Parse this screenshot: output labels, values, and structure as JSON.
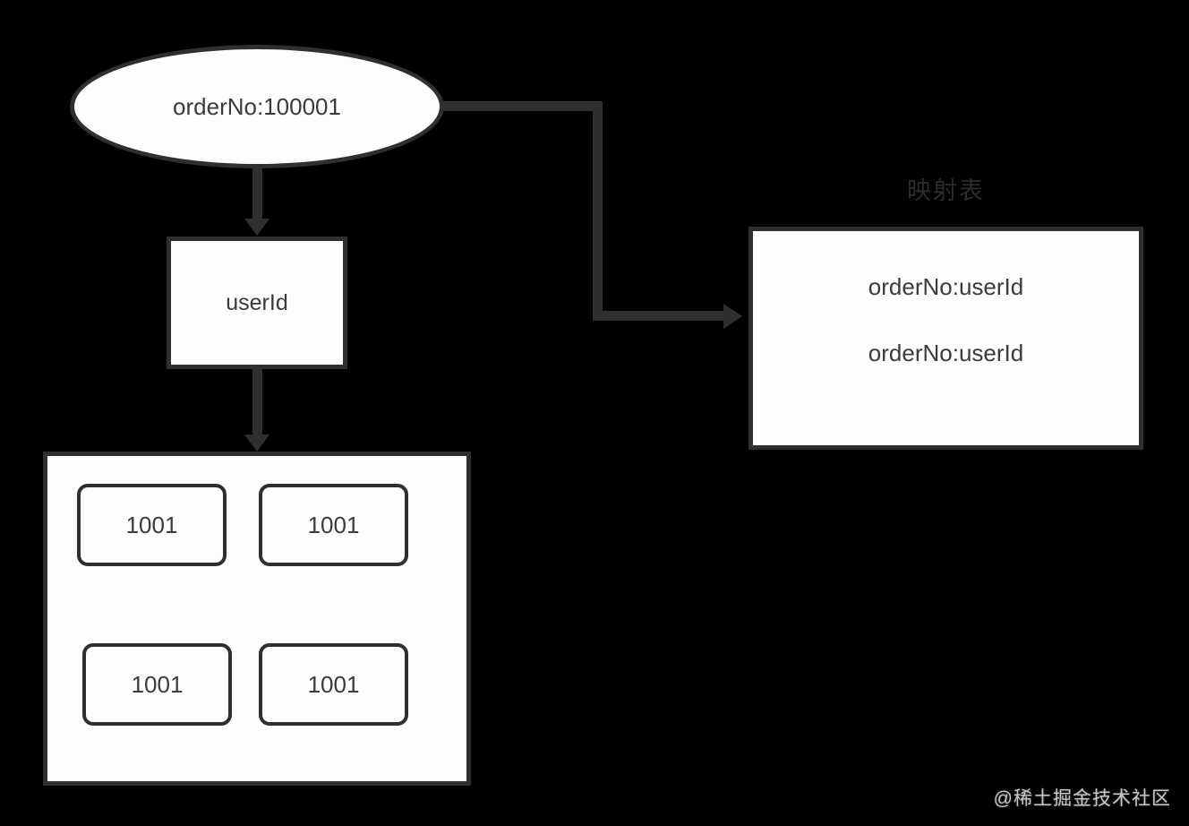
{
  "diagram": {
    "order_node": {
      "label": "orderNo:100001"
    },
    "userid_node": {
      "label": "userId"
    },
    "shard_container": {
      "cells": [
        {
          "label": "1001"
        },
        {
          "label": "1001"
        },
        {
          "label": "1001"
        },
        {
          "label": "1001"
        }
      ]
    },
    "mapping_table": {
      "caption": "映射表",
      "rows": [
        {
          "label": "orderNo:userId"
        },
        {
          "label": "orderNo:userId"
        }
      ]
    },
    "colors": {
      "background": "#000000",
      "node_fill": "#fdfdfd",
      "node_border": "#2f2f31",
      "node_text": "#3b3b3d",
      "connector": "#2f2f31",
      "caption_text": "#2c2c2c",
      "watermark_text": "#c6c6c6"
    }
  },
  "watermark": {
    "label": "@稀土掘金技术社区"
  }
}
